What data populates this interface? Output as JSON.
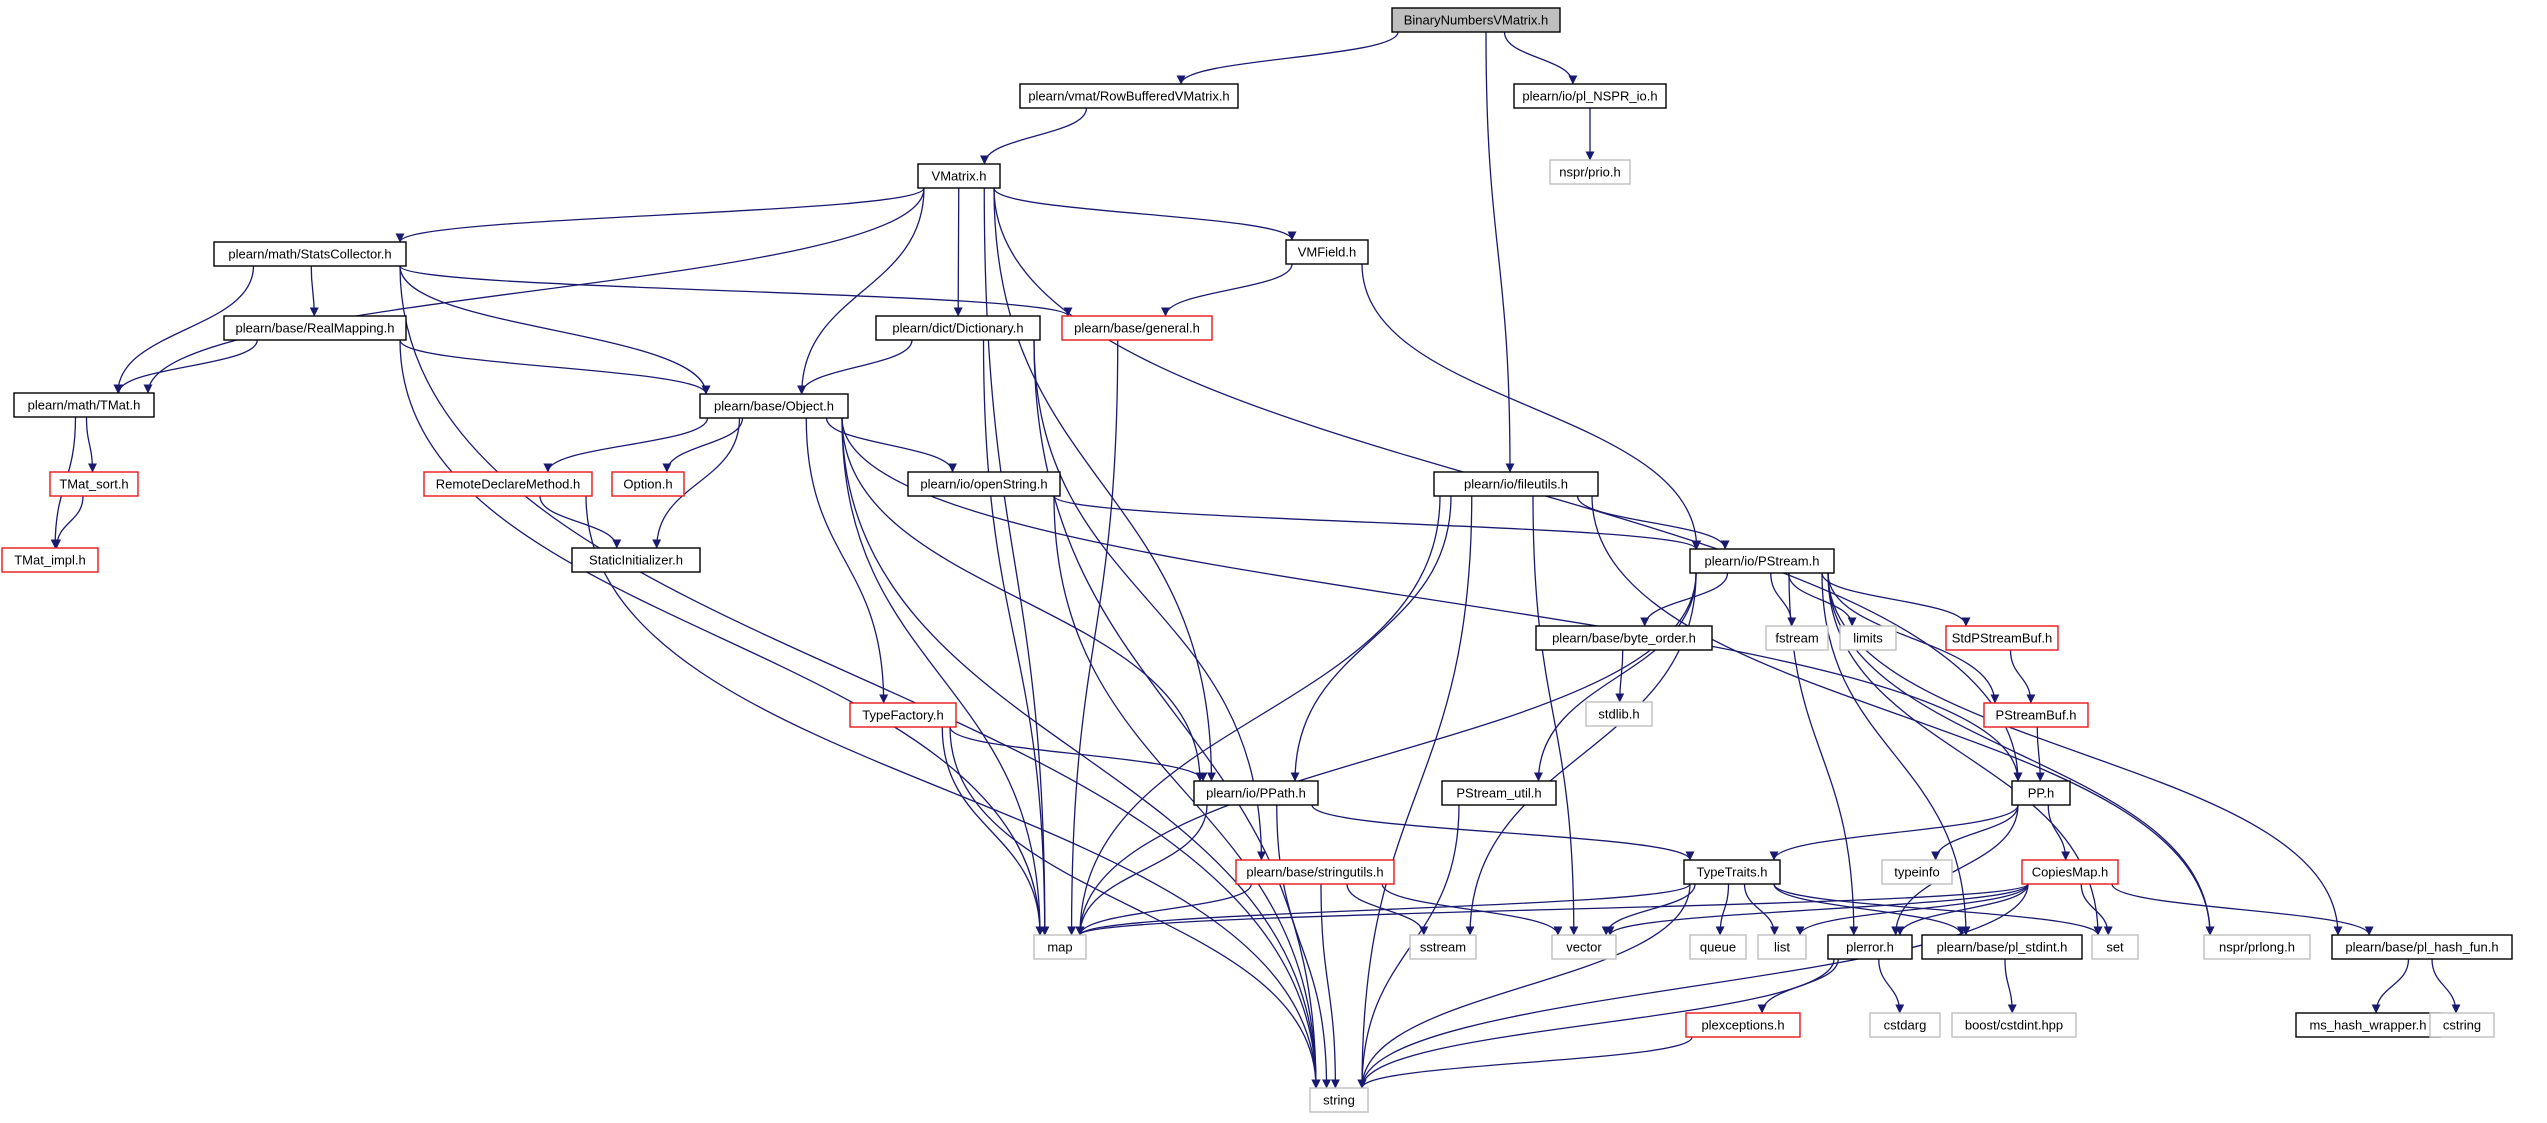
{
  "colors": {
    "edge": "#191970",
    "border_normal": "#000000",
    "border_truncated": "#e8161a",
    "border_system": "#bfbfbf",
    "fill_root": "#bfbfbf",
    "fill_normal": "#ffffff"
  },
  "nodes": {
    "binarynumbersvmatrix": {
      "label": "BinaryNumbersVMatrix.h",
      "kind": "root"
    },
    "rowbuffered": {
      "label": "plearn/vmat/RowBufferedVMatrix.h",
      "kind": "normal"
    },
    "plnspr": {
      "label": "plearn/io/pl_NSPR_io.h",
      "kind": "normal"
    },
    "nsprprio": {
      "label": "nspr/prio.h",
      "kind": "system"
    },
    "vmatrix": {
      "label": "VMatrix.h",
      "kind": "normal"
    },
    "statscollector": {
      "label": "plearn/math/StatsCollector.h",
      "kind": "normal"
    },
    "vmfield": {
      "label": "VMField.h",
      "kind": "normal"
    },
    "realmapping": {
      "label": "plearn/base/RealMapping.h",
      "kind": "normal"
    },
    "dictionary": {
      "label": "plearn/dict/Dictionary.h",
      "kind": "normal"
    },
    "general": {
      "label": "plearn/base/general.h",
      "kind": "truncated"
    },
    "tmat": {
      "label": "plearn/math/TMat.h",
      "kind": "normal"
    },
    "object": {
      "label": "plearn/base/Object.h",
      "kind": "normal"
    },
    "tmatsort": {
      "label": "TMat_sort.h",
      "kind": "truncated"
    },
    "tmatimpl": {
      "label": "TMat_impl.h",
      "kind": "truncated"
    },
    "remotedeclare": {
      "label": "RemoteDeclareMethod.h",
      "kind": "truncated"
    },
    "option": {
      "label": "Option.h",
      "kind": "truncated"
    },
    "openstring": {
      "label": "plearn/io/openString.h",
      "kind": "normal"
    },
    "fileutils": {
      "label": "plearn/io/fileutils.h",
      "kind": "normal"
    },
    "staticinit": {
      "label": "StaticInitializer.h",
      "kind": "normal"
    },
    "pstream": {
      "label": "plearn/io/PStream.h",
      "kind": "normal"
    },
    "byteorder": {
      "label": "plearn/base/byte_order.h",
      "kind": "normal"
    },
    "fstream": {
      "label": "fstream",
      "kind": "system"
    },
    "limits": {
      "label": "limits",
      "kind": "system"
    },
    "stdpstreambuf": {
      "label": "StdPStreamBuf.h",
      "kind": "truncated"
    },
    "stdlib": {
      "label": "stdlib.h",
      "kind": "system"
    },
    "pstreambuf": {
      "label": "PStreamBuf.h",
      "kind": "truncated"
    },
    "typefactory": {
      "label": "TypeFactory.h",
      "kind": "truncated"
    },
    "ppath": {
      "label": "plearn/io/PPath.h",
      "kind": "normal"
    },
    "pstreamutil": {
      "label": "PStream_util.h",
      "kind": "normal"
    },
    "pp": {
      "label": "PP.h",
      "kind": "normal"
    },
    "typetraits": {
      "label": "TypeTraits.h",
      "kind": "normal"
    },
    "stringutils": {
      "label": "plearn/base/stringutils.h",
      "kind": "truncated"
    },
    "typeinfo": {
      "label": "typeinfo",
      "kind": "system"
    },
    "copiesmap": {
      "label": "CopiesMap.h",
      "kind": "truncated"
    },
    "map": {
      "label": "map",
      "kind": "system"
    },
    "sstream": {
      "label": "sstream",
      "kind": "system"
    },
    "vector": {
      "label": "vector",
      "kind": "system"
    },
    "queue": {
      "label": "queue",
      "kind": "system"
    },
    "list": {
      "label": "list",
      "kind": "system"
    },
    "plerror": {
      "label": "plerror.h",
      "kind": "normal"
    },
    "plstdint": {
      "label": "plearn/base/pl_stdint.h",
      "kind": "normal"
    },
    "set": {
      "label": "set",
      "kind": "system"
    },
    "nsprprlong": {
      "label": "nspr/prlong.h",
      "kind": "system"
    },
    "plhashfun": {
      "label": "plearn/base/pl_hash_fun.h",
      "kind": "normal"
    },
    "cstdarg": {
      "label": "cstdarg",
      "kind": "system"
    },
    "boostcstdint": {
      "label": "boost/cstdint.hpp",
      "kind": "system"
    },
    "mshash": {
      "label": "ms_hash_wrapper.h",
      "kind": "normal"
    },
    "cstring": {
      "label": "cstring",
      "kind": "system"
    },
    "plexceptions": {
      "label": "plexceptions.h",
      "kind": "truncated"
    },
    "string": {
      "label": "string",
      "kind": "system"
    }
  },
  "edges": [
    [
      "binarynumbersvmatrix",
      "rowbuffered"
    ],
    [
      "binarynumbersvmatrix",
      "plnspr"
    ],
    [
      "binarynumbersvmatrix",
      "fileutils"
    ],
    [
      "plnspr",
      "nsprprio"
    ],
    [
      "rowbuffered",
      "vmatrix"
    ],
    [
      "vmatrix",
      "statscollector"
    ],
    [
      "vmatrix",
      "vmfield"
    ],
    [
      "vmatrix",
      "tmat"
    ],
    [
      "vmatrix",
      "dictionary"
    ],
    [
      "vmatrix",
      "object"
    ],
    [
      "vmatrix",
      "ppath"
    ],
    [
      "vmatrix",
      "map"
    ],
    [
      "vmatrix",
      "pp"
    ],
    [
      "statscollector",
      "realmapping"
    ],
    [
      "statscollector",
      "general"
    ],
    [
      "statscollector",
      "tmat"
    ],
    [
      "statscollector",
      "object"
    ],
    [
      "statscollector",
      "string"
    ],
    [
      "vmfield",
      "general"
    ],
    [
      "vmfield",
      "pstream"
    ],
    [
      "realmapping",
      "tmat"
    ],
    [
      "realmapping",
      "object"
    ],
    [
      "realmapping",
      "map"
    ],
    [
      "dictionary",
      "object"
    ],
    [
      "dictionary",
      "map"
    ],
    [
      "dictionary",
      "stringutils"
    ],
    [
      "dictionary",
      "string"
    ],
    [
      "general",
      "map"
    ],
    [
      "tmat",
      "tmatsort"
    ],
    [
      "tmat",
      "tmatimpl"
    ],
    [
      "tmatsort",
      "tmatimpl"
    ],
    [
      "object",
      "remotedeclare"
    ],
    [
      "object",
      "option"
    ],
    [
      "object",
      "staticinit"
    ],
    [
      "object",
      "openstring"
    ],
    [
      "object",
      "typefactory"
    ],
    [
      "object",
      "ppath"
    ],
    [
      "object",
      "map"
    ],
    [
      "object",
      "pp"
    ],
    [
      "object",
      "string"
    ],
    [
      "remotedeclare",
      "staticinit"
    ],
    [
      "remotedeclare",
      "string"
    ],
    [
      "openstring",
      "pstream"
    ],
    [
      "openstring",
      "string"
    ],
    [
      "fileutils",
      "pstream"
    ],
    [
      "fileutils",
      "ppath"
    ],
    [
      "fileutils",
      "map"
    ],
    [
      "fileutils",
      "vector"
    ],
    [
      "fileutils",
      "nsprprlong"
    ],
    [
      "fileutils",
      "string"
    ],
    [
      "pstream",
      "byteorder"
    ],
    [
      "pstream",
      "fstream"
    ],
    [
      "pstream",
      "limits"
    ],
    [
      "pstream",
      "stdpstreambuf"
    ],
    [
      "pstream",
      "pstreambuf"
    ],
    [
      "pstream",
      "pstreamutil"
    ],
    [
      "pstream",
      "map"
    ],
    [
      "pstream",
      "sstream"
    ],
    [
      "pstream",
      "plerror"
    ],
    [
      "pstream",
      "plstdint"
    ],
    [
      "pstream",
      "set"
    ],
    [
      "pstream",
      "nsprprlong"
    ],
    [
      "pstream",
      "plhashfun"
    ],
    [
      "byteorder",
      "stdlib"
    ],
    [
      "stdpstreambuf",
      "pstreambuf"
    ],
    [
      "pstreambuf",
      "pp"
    ],
    [
      "typefactory",
      "ppath"
    ],
    [
      "typefactory",
      "map"
    ],
    [
      "typefactory",
      "string"
    ],
    [
      "ppath",
      "typetraits"
    ],
    [
      "ppath",
      "map"
    ],
    [
      "ppath",
      "string"
    ],
    [
      "pstreamutil",
      "string"
    ],
    [
      "pp",
      "typetraits"
    ],
    [
      "pp",
      "typeinfo"
    ],
    [
      "pp",
      "copiesmap"
    ],
    [
      "pp",
      "plerror"
    ],
    [
      "typetraits",
      "map"
    ],
    [
      "typetraits",
      "vector"
    ],
    [
      "typetraits",
      "queue"
    ],
    [
      "typetraits",
      "list"
    ],
    [
      "typetraits",
      "set"
    ],
    [
      "typetraits",
      "plstdint"
    ],
    [
      "typetraits",
      "string"
    ],
    [
      "stringutils",
      "map"
    ],
    [
      "stringutils",
      "sstream"
    ],
    [
      "stringutils",
      "vector"
    ],
    [
      "stringutils",
      "string"
    ],
    [
      "copiesmap",
      "map"
    ],
    [
      "copiesmap",
      "vector"
    ],
    [
      "copiesmap",
      "list"
    ],
    [
      "copiesmap",
      "set"
    ],
    [
      "copiesmap",
      "plerror"
    ],
    [
      "copiesmap",
      "plhashfun"
    ],
    [
      "copiesmap",
      "string"
    ],
    [
      "plerror",
      "plexceptions"
    ],
    [
      "plerror",
      "cstdarg"
    ],
    [
      "plerror",
      "string"
    ],
    [
      "plstdint",
      "boostcstdint"
    ],
    [
      "plhashfun",
      "mshash"
    ],
    [
      "plhashfun",
      "cstring"
    ],
    [
      "plexceptions",
      "string"
    ]
  ]
}
